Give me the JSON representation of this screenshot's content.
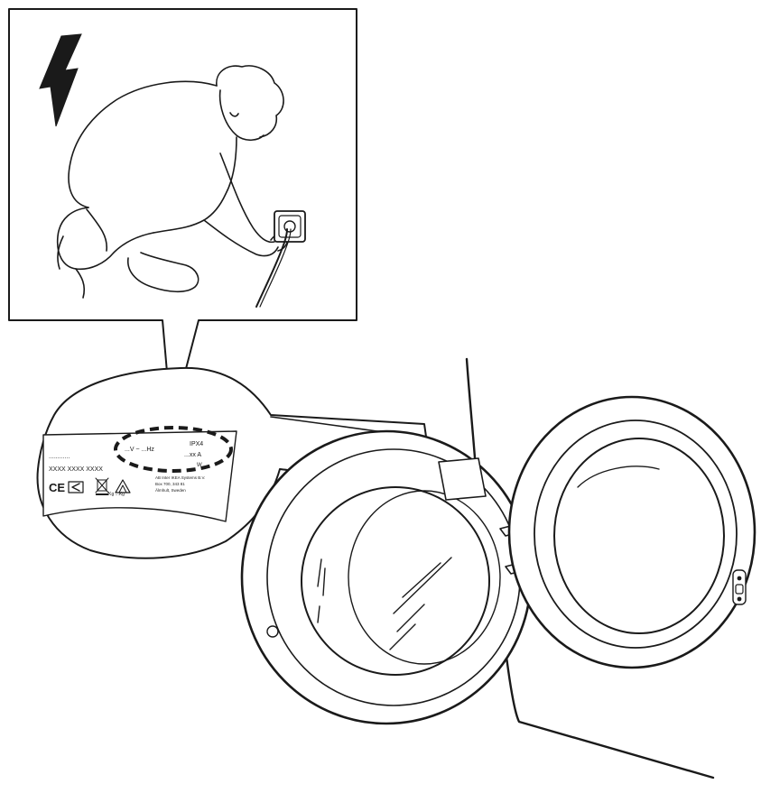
{
  "rating_label": {
    "dots": "............",
    "model": "XXXX XXXX XXXX",
    "voltage": "...V ~ ...Hz",
    "ip_rating": "IPX4",
    "current": "...xx A",
    "power": "W",
    "address_lines": [
      "AB Inter IKEA Systems B.V.",
      "Box 700, 343 81",
      "Älmhult, Sweden"
    ],
    "weight": "...Kg  ...Kg",
    "ce_mark": "CE"
  },
  "colors": {
    "line": "#1a1a1a",
    "background": "#ffffff"
  },
  "icons": [
    "lightning-bolt-icon",
    "weee-bin-icon",
    "recycle-symbol-icon",
    "class-marking-icon"
  ]
}
